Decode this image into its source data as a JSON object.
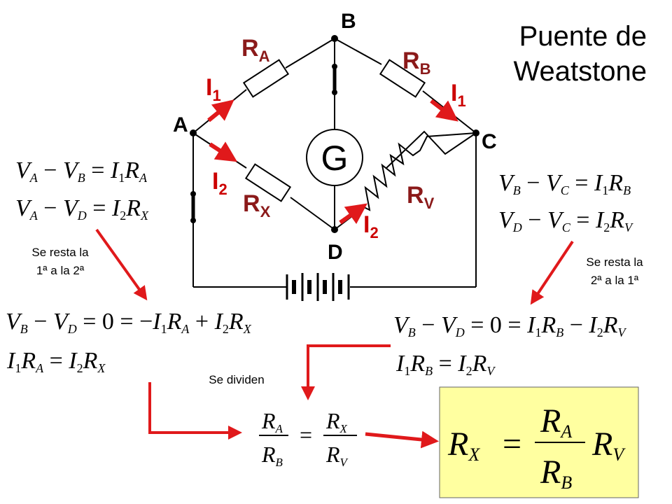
{
  "title": {
    "line1": "Puente de",
    "line2": "Weatstone"
  },
  "nodes": {
    "A": "A",
    "B": "B",
    "C": "C",
    "D": "D"
  },
  "galvanometer": "G",
  "resistors": {
    "RA": {
      "base": "R",
      "sub": "A"
    },
    "RB": {
      "base": "R",
      "sub": "B"
    },
    "RX": {
      "base": "R",
      "sub": "X"
    },
    "RV": {
      "base": "R",
      "sub": "V"
    }
  },
  "currents": {
    "I1_left": {
      "base": "I",
      "sub": "1"
    },
    "I1_right": {
      "base": "I",
      "sub": "1"
    },
    "I2_left": {
      "base": "I",
      "sub": "2"
    },
    "I2_right": {
      "base": "I",
      "sub": "2"
    }
  },
  "notes": {
    "left_line1": "Se resta la",
    "left_line2": "1ª a la 2ª",
    "right_line1": "Se resta la",
    "right_line2": "2ª a la 1ª",
    "divide": "Se dividen"
  },
  "colors": {
    "arrow": "#e0191b",
    "resistor_label": "#8b1a1a",
    "current_label": "#cc0000",
    "result_box": "#ffffa0"
  }
}
